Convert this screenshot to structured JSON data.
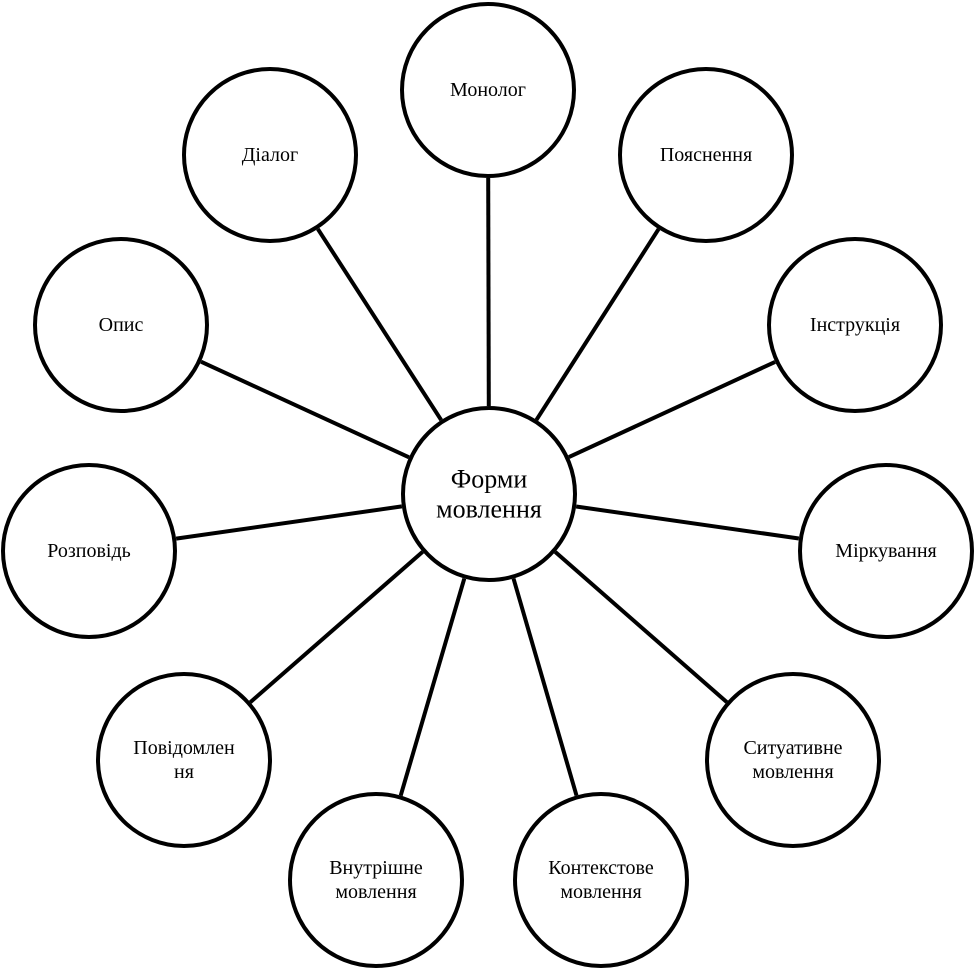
{
  "diagram": {
    "center": {
      "lines": [
        "Форми",
        "мовлення"
      ]
    },
    "nodes": [
      {
        "id": "monolog",
        "lines": [
          "Монолог"
        ]
      },
      {
        "id": "poiasnennia",
        "lines": [
          "Пояснення"
        ]
      },
      {
        "id": "instruktsiia",
        "lines": [
          "Інструкція"
        ]
      },
      {
        "id": "mirkuvannia",
        "lines": [
          "Міркування"
        ]
      },
      {
        "id": "sytuatyvne",
        "lines": [
          "Ситуативне",
          "мовлення"
        ]
      },
      {
        "id": "kontekstove",
        "lines": [
          "Контекстове",
          "мовлення"
        ]
      },
      {
        "id": "vnutrishne",
        "lines": [
          "Внутрішне",
          "мовлення"
        ]
      },
      {
        "id": "povidomlennia",
        "lines": [
          "Повідомлен",
          "ня"
        ]
      },
      {
        "id": "rozpovid",
        "lines": [
          "Розповідь"
        ]
      },
      {
        "id": "opys",
        "lines": [
          "Опис"
        ]
      },
      {
        "id": "dialog",
        "lines": [
          "Діалог"
        ]
      }
    ],
    "colors": {
      "stroke": "#000000",
      "fill": "#ffffff",
      "text": "#000000"
    }
  }
}
